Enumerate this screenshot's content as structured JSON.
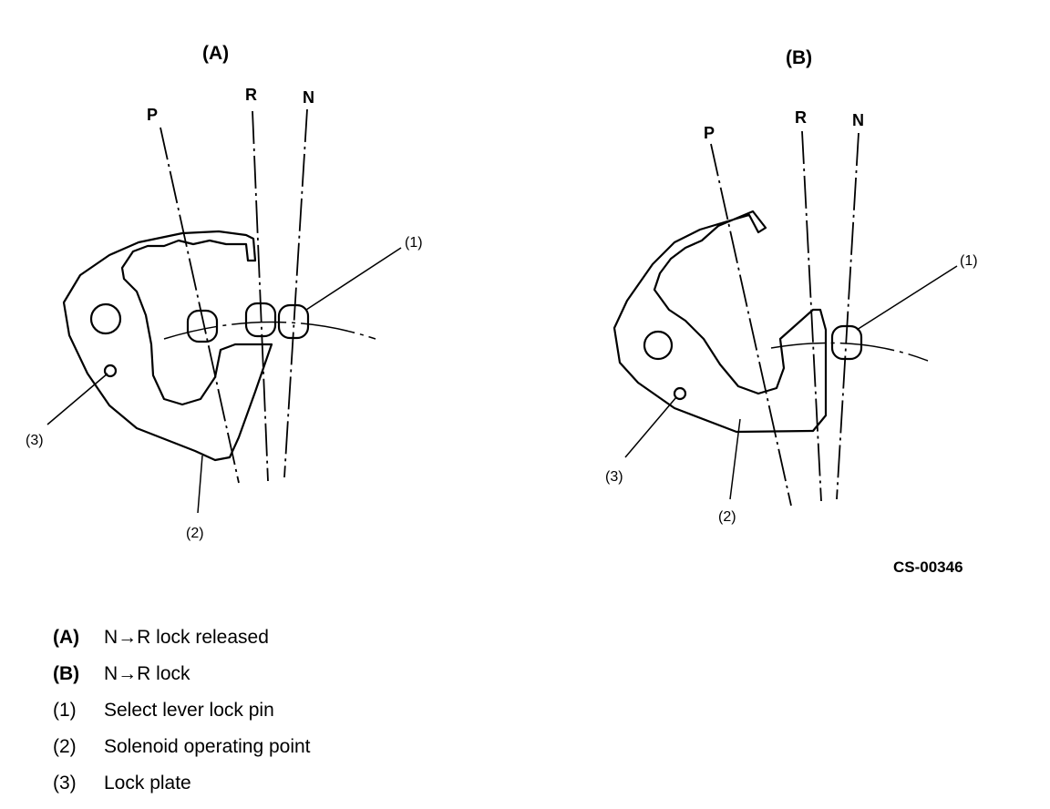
{
  "panels": [
    {
      "title": "(A)",
      "positions": [
        "P",
        "R",
        "N"
      ],
      "callouts": [
        "(1)",
        "(2)",
        "(3)"
      ]
    },
    {
      "title": "(B)",
      "positions": [
        "P",
        "R",
        "N"
      ],
      "callouts": [
        "(1)",
        "(2)",
        "(3)"
      ]
    }
  ],
  "figure_id": "CS-00346",
  "legend": [
    {
      "key": "(A)",
      "text": "N→R lock released",
      "bold": true
    },
    {
      "key": "(B)",
      "text": "N→R lock",
      "bold": true
    },
    {
      "key": "(1)",
      "text": "Select lever lock pin",
      "bold": false
    },
    {
      "key": "(2)",
      "text": "Solenoid operating point",
      "bold": false
    },
    {
      "key": "(3)",
      "text": "Lock plate",
      "bold": false
    }
  ]
}
